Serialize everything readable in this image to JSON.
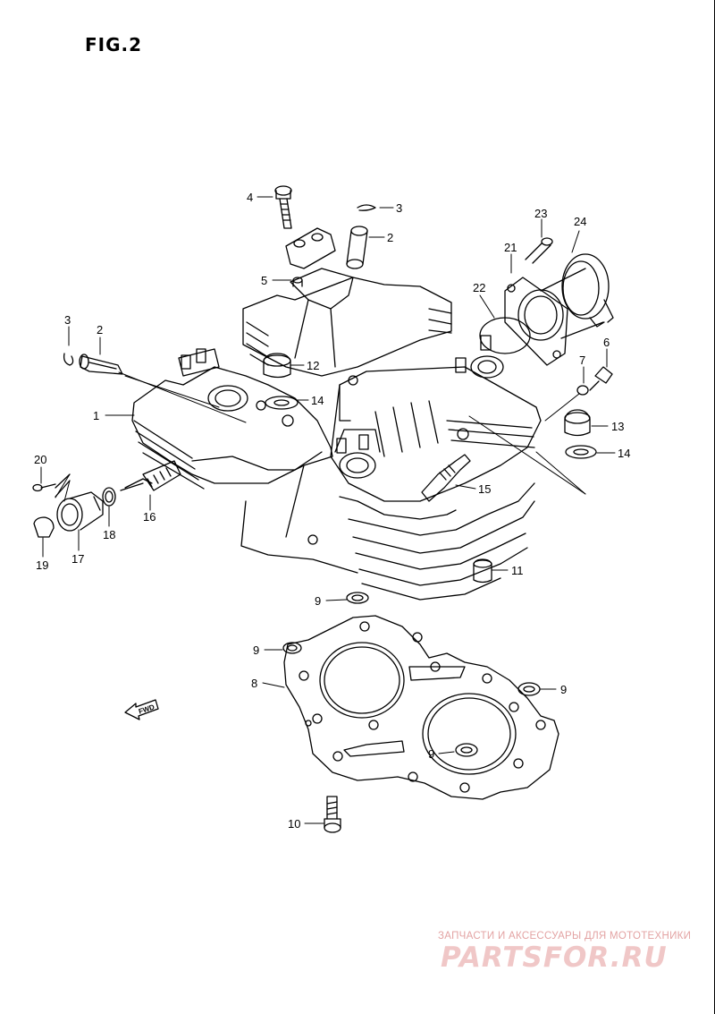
{
  "figure": {
    "title": "FIG.2"
  },
  "fwd_label": "FWD",
  "callouts": [
    {
      "id": "c-4-top",
      "label": "4"
    },
    {
      "id": "c-3-top",
      "label": "3"
    },
    {
      "id": "c-2-top",
      "label": "2"
    },
    {
      "id": "c-23",
      "label": "23"
    },
    {
      "id": "c-24",
      "label": "24"
    },
    {
      "id": "c-21",
      "label": "21"
    },
    {
      "id": "c-5",
      "label": "5"
    },
    {
      "id": "c-22",
      "label": "22"
    },
    {
      "id": "c-3-left",
      "label": "3"
    },
    {
      "id": "c-2-left",
      "label": "2"
    },
    {
      "id": "c-6",
      "label": "6"
    },
    {
      "id": "c-12",
      "label": "12"
    },
    {
      "id": "c-7",
      "label": "7"
    },
    {
      "id": "c-14-mid",
      "label": "14"
    },
    {
      "id": "c-1",
      "label": "1"
    },
    {
      "id": "c-13",
      "label": "13"
    },
    {
      "id": "c-14-right",
      "label": "14"
    },
    {
      "id": "c-20",
      "label": "20"
    },
    {
      "id": "c-15",
      "label": "15"
    },
    {
      "id": "c-16",
      "label": "16"
    },
    {
      "id": "c-18",
      "label": "18"
    },
    {
      "id": "c-19",
      "label": "19"
    },
    {
      "id": "c-17",
      "label": "17"
    },
    {
      "id": "c-11",
      "label": "11"
    },
    {
      "id": "c-9-a",
      "label": "9"
    },
    {
      "id": "c-9-b",
      "label": "9"
    },
    {
      "id": "c-8",
      "label": "8"
    },
    {
      "id": "c-9-c",
      "label": "9"
    },
    {
      "id": "c-9-d",
      "label": "9"
    },
    {
      "id": "c-10",
      "label": "10"
    }
  ],
  "watermark": {
    "tagline": "ЗАПЧАСТИ И АКСЕССУАРЫ ДЛЯ МОТОТЕХНИКИ",
    "brand": "PARTSFOR.RU"
  }
}
